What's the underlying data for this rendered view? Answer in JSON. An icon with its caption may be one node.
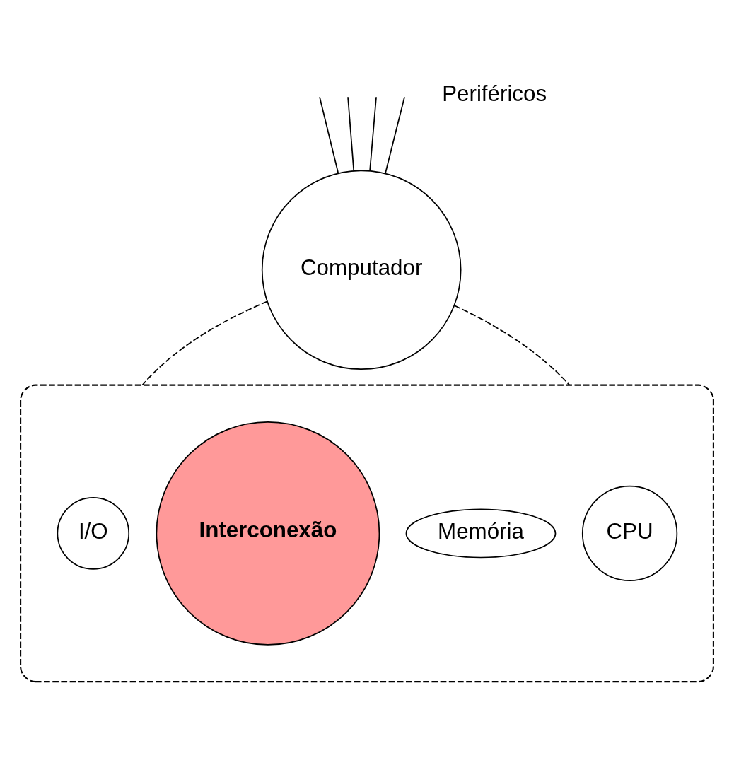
{
  "diagram": {
    "nodes": [
      {
        "text": [
          "Computador"
        ]
      },
      {
        "text": [],
        "shape": "ellipse"
      },
      {
        "text": [
          "CPU"
        ],
        "in": 1
      },
      {
        "text": [
          "Memória"
        ],
        "in": 1
      },
      {
        "text": [
          "Interconexão"
        ],
        "in": 1
      },
      {
        "text": [
          "I/O"
        ],
        "in": 1
      }
    ],
    "edges": [
      {
        "from": 0,
        "to": null,
        "arrow": "none"
      },
      {
        "from": 0,
        "to": null,
        "arrow": "none"
      },
      {
        "from": 0,
        "to": null,
        "arrow": "none"
      },
      {
        "from": 0,
        "to": null,
        "arrow": "none"
      },
      {
        "from": 0,
        "to": 1,
        "arrow": "none",
        "style": "dashed"
      },
      {
        "from": 0,
        "to": 1,
        "arrow": "none",
        "style": "dashed"
      }
    ],
    "labels": [
      "Periféricos"
    ]
  }
}
